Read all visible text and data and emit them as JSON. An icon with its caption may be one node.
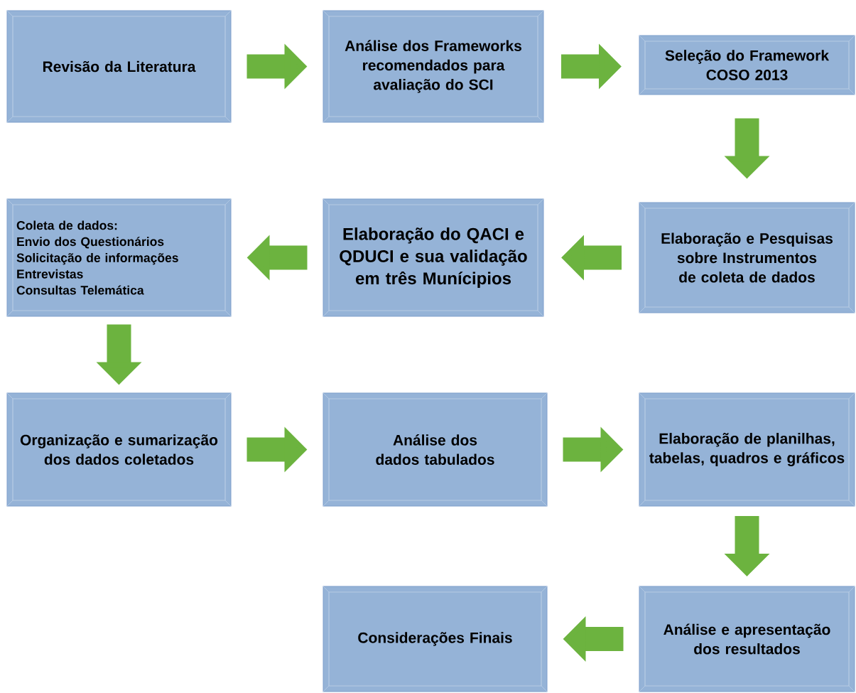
{
  "diagram": {
    "nodes": [
      {
        "text": [
          "Revisão da Literatura"
        ]
      },
      {
        "text": [
          "Análise dos Frameworks recomendados para avaliação do SCI"
        ]
      },
      {
        "text": [
          "Seleção do Framework COSO 2013"
        ]
      },
      {
        "text": [
          "Coleta de dados:",
          "Envio dos Questionários",
          "Solicitação de informações",
          "Entrevistas",
          "Consultas Telemática"
        ]
      },
      {
        "text": [
          "Elaboração do QACI e QDUCI e sua validação em três Munícipios"
        ]
      },
      {
        "text": [
          "Elaboração e Pesquisas sobre Instrumentos de coleta de dados"
        ]
      },
      {
        "text": [
          "Organização e sumarização dos dados coletados"
        ]
      },
      {
        "text": [
          "Análise dos dados tabulados"
        ]
      },
      {
        "text": [
          "Elaboração de planilhas, tabelas, quadros e gráficos"
        ]
      },
      {
        "text": [
          "Considerações Finais"
        ]
      },
      {
        "text": [
          "Análise e apresentação dos resultados"
        ]
      }
    ],
    "edges": [
      {
        "from": 0,
        "to": 1,
        "arrow": "to"
      },
      {
        "from": 1,
        "to": 2,
        "arrow": "to"
      },
      {
        "from": 2,
        "to": 5,
        "arrow": "to"
      },
      {
        "from": 5,
        "to": 4,
        "arrow": "to"
      },
      {
        "from": 4,
        "to": 3,
        "arrow": "to"
      },
      {
        "from": 3,
        "to": 6,
        "arrow": "to"
      },
      {
        "from": 6,
        "to": 7,
        "arrow": "to"
      },
      {
        "from": 7,
        "to": 8,
        "arrow": "to"
      },
      {
        "from": 8,
        "to": 10,
        "arrow": "to"
      },
      {
        "from": 10,
        "to": 9,
        "arrow": "to"
      }
    ]
  }
}
